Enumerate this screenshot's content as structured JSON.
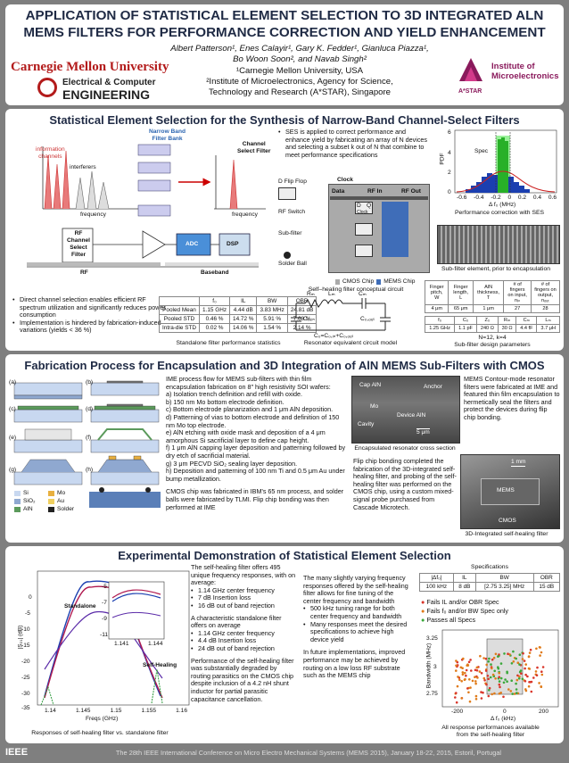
{
  "header": {
    "title_line1": "APPLICATION OF STATISTICAL ELEMENT SELECTION TO 3D INTEGRATED ALN",
    "title_line2": "MEMS FILTERS FOR PERFORMANCE CORRECTION AND YIELD ENHANCEMENT",
    "authors_line1": "Albert Patterson¹, Enes Calayir¹, Gary K. Fedder¹, Gianluca Piazza¹,",
    "authors_line2": "Bo Woon Soon², and Navab Singh²",
    "aff1": "¹Carnegie Mellon University, USA",
    "aff2a": "²Institute of Microelectronics, Agency for Science,",
    "aff2b": "Technology and Research (A*STAR), Singapore",
    "cmu": "Carnegie Mellon University",
    "ece1": "Electrical & Computer",
    "ece2": "ENGINEERING",
    "ime1": "Institute of",
    "ime2": "Microelectronics",
    "astar": "A*STAR"
  },
  "s1": {
    "title": "Statistical Element Selection for the Synthesis of Narrow-Band Channel-Select Filters",
    "diag": {
      "narrow1": "Narrow Band",
      "narrow2": "Filter Bank",
      "info1": "information",
      "info2": "channels",
      "interferers": "interferers",
      "channel1": "Channel",
      "channel2": "Select Filter",
      "frequency": "frequency",
      "frequency2": "frequency",
      "rf1": "RF",
      "rf2": "Channel",
      "rf3": "Select",
      "rf4": "Filter",
      "adc": "ADC",
      "dsp": "DSP",
      "rf": "RF",
      "baseband": "Baseband"
    },
    "bullets": [
      "SES is applied to correct performance and enhance yield by fabricating an array of N devices and selecting a subset k out of N that combine to meet performance specifications"
    ],
    "circuit": {
      "dff": "D Flip Flop",
      "clock": "Clock",
      "data": "Data",
      "rfin": "RF In",
      "rfout": "RF Out",
      "rfswitch": "RF Switch",
      "subfilter": "Sub-filter",
      "solder": "Solder Ball",
      "d": "D",
      "q": "Q",
      "clk": "Clock",
      "cmos": "CMOS Chip",
      "mems": "MEMS Chip",
      "caption": "Self–healing filter conceptual circuit"
    },
    "pdf": {
      "ylabel": "PDF",
      "xlabel": "Δ f₀ (MHz)",
      "spec": "Spec",
      "caption": "Performance correction with SES",
      "yticks": [
        "6",
        "4",
        "2",
        "0"
      ],
      "xticks": [
        "-0.6",
        "-0.4",
        "-0.2",
        "0",
        "0.2",
        "0.4",
        "0.6"
      ]
    },
    "subfilter_caption": "Sub-filter element, prior to encapsulation",
    "resonator": {
      "rm": "Rₘ",
      "lm": "Lₘ",
      "cm": "Cₘ",
      "c0in": "C₀,ᵢₙ",
      "c0out": "C₀,ₒᵤₜ",
      "eq": "C₀=C₀,ᵢₙ+C₀,ₒᵤₜ",
      "caption": "Resonator equivalent circuit model"
    },
    "left_bullets": [
      "Direct channel selection enables efficient RF spectrum utilization and significantly reduces power consumption",
      "Implementation is hindered by fabrication-induced variations (yields < 36 %)"
    ],
    "stats_table": {
      "headers": [
        "",
        "f₀",
        "IL",
        "BW",
        "OBR"
      ],
      "rows": [
        [
          "Pooled Mean",
          "1.15 GHz",
          "4.44 dB",
          "3.83 MHz",
          "24.81 dB"
        ],
        [
          "Pooled STD",
          "0.46 %",
          "14.72 %",
          "5.91 %",
          "7.68 %"
        ],
        [
          "Intra-die STD",
          "0.02 %",
          "14.06 %",
          "1.54 %",
          "2.14 %"
        ]
      ],
      "caption": "Standalone filter performance statistics"
    },
    "design_table": {
      "headers": [
        "Finger pitch, W",
        "Finger length, L",
        "AlN thickness, T",
        "# of fingers on input, nᵢₙ",
        "# of fingers on output, nₒᵤₜ"
      ],
      "row": [
        "4 μm",
        "65 μm",
        "1 μm",
        "27",
        "28"
      ],
      "headers2": [
        "f₀",
        "C₀",
        "Z₀",
        "Rₘ",
        "Cₘ",
        "Lₘ"
      ],
      "row2": [
        "1.25 GHz",
        "1.1 pF",
        "240 Ω",
        "30 Ω",
        "4.4 fF",
        "3.7 μH"
      ],
      "nk": "N=12, k=4",
      "caption": "Sub-filter design parameters"
    }
  },
  "s2": {
    "title": "Fabrication Process for Encapsulation and 3D Integration of AlN MEMS Sub-Filters with CMOS",
    "labels": [
      "(a)",
      "(b)",
      "(c)",
      "(d)",
      "(e)",
      "(f)",
      "(g)",
      "(h)"
    ],
    "legend": [
      "Si",
      "Mo",
      "SiO₂",
      "Au",
      "AlN",
      "Solder"
    ],
    "intro": "IME process flow for MEMS sub-filters with thin film encapsulation fabrication on 8″ high resistivity SOI wafers:",
    "steps": [
      "a)  Isolation trench definition and refill with oxide.",
      "b)  150 nm Mo bottom electrode definition.",
      "c)  Bottom electrode planarization and 1 μm AlN deposition.",
      "d)  Patterning of vias to  bottom electrode and definition of 150 nm Mo top electrode.",
      "e)  AlN etching with oxide mask and deposition of a 4 μm amorphous Si sacrificial layer to define cap height.",
      "f)  1 μm AlN capping layer deposition and patterning followed by dry etch of sacrificial material.",
      "g)  3 μm PECVD SiO₂ sealing layer deposition.",
      "h)  Deposition and patterning of 100 nm Ti and 0.5 μm Au under bump metallization."
    ],
    "cmos_text": "CMOS chip was fabricated in IBM's 65 nm process, and solder balls were fabricated by TLMI. Flip chip bonding was then performed at IME",
    "sem": {
      "capaln": "Cap AlN",
      "anchor": "Anchor",
      "mo": "Mo",
      "devicealn": "Device AlN",
      "cavity": "Cavity",
      "um": "5 μm",
      "caption": "Encapsulated resonator cross section"
    },
    "contour_text": "MEMS Contour-mode resonator filters were fabricated at IME and featured thin film encapsulation to hermetically seal the filters and protect the devices during flip chip bonding.",
    "flip_text": "Flip chip bonding completed the fabrication of the 3D-integrated self-healing filter, and probing of the self-healing filter was performed on the CMOS chip, using a custom mixed-signal probe purchased from Cascade Microtech.",
    "chip": {
      "mm": "1 mm",
      "mems": "MEMS",
      "cmos": "CMOS",
      "caption": "3D-Integrated self-healing filter"
    }
  },
  "s3": {
    "title": "Experimental Demonstration of Statistical Element Selection",
    "resp": {
      "ylabel": "|S₂₁| (dB)",
      "xlabel": "Freqs (GHz)",
      "yticks": [
        "0",
        "-5",
        "-10",
        "-15",
        "-20",
        "-25",
        "-30",
        "-35"
      ],
      "xticks": [
        "1.14",
        "1.145",
        "1.15",
        "1.155",
        "1.16"
      ],
      "standalone": "Standalone",
      "selfhealing": "Self-Healing",
      "inset_yticks": [
        "-5",
        "-7",
        "-9",
        "-11"
      ],
      "inset_xticks": [
        "1.141",
        "1.144"
      ],
      "caption": "Responses of self-healing filter vs. standalone filter"
    },
    "col1_p1": "The self-healing filter offers 495 unique frequency responses, with on average:",
    "col1_b1": [
      "1.14 GHz center frequency",
      "7 dB Insertion loss",
      "16 dB out of band rejection"
    ],
    "col1_p2": "A characteristic standalone filter offers on average",
    "col1_b2": [
      "1.14 GHz center frequency",
      "4.4 dB Insertion loss",
      "24 dB out of band rejection"
    ],
    "col1_p3": "Performance of the self-healing filter was substantially degraded by routing parasitics on the CMOS chip despite inclusion of a 4.2 nH shunt inductor for partial parasitic capacitance cancellation.",
    "col2_p1": "The many slightly varying frequency responses offered by the self-healing filter allows for fine tuning of the center frequency and bandwidth",
    "col2_b": [
      "500 kHz tuning range for both center frequency and bandwidth",
      "Many responses meet the desired specifications to achieve high device yield"
    ],
    "col2_p2": "In future implementations, improved performance may be achieved by routing on a low loss RF substrate such as the MEMS chip",
    "spec": {
      "title": "Specifications",
      "headers": [
        "|Δf₀|",
        "IL",
        "BW",
        "OBR"
      ],
      "row": [
        "100 kHz",
        "8 dB",
        "[2.75 3.25] MHz",
        "15 dB"
      ]
    },
    "scatter": {
      "legend": [
        "Fails IL and/or OBR Spec",
        "Fails f₀ and/or BW Spec only",
        "Passes all Specs"
      ],
      "ylabel": "Bandwidth (MHz)",
      "xlabel": "Δ f₀ (kHz)",
      "yticks": [
        "3.25",
        "3",
        "2.75"
      ],
      "xticks": [
        "-200",
        "0",
        "200"
      ],
      "caption1": "All response performances available",
      "caption2": "from the self-healing filter"
    }
  },
  "footer": {
    "ieee": "IEEE",
    "text": "The 28th IEEE International Conference on Micro Electro Mechanical Systems (MEMS 2015), January 18-22, 2015, Estoril, Portugal"
  },
  "colors": {
    "navy": "#1f2a44",
    "cmu_red": "#b31b1b",
    "spec_green": "#2ecc40",
    "fail_red": "#d9362b",
    "fail_orange": "#e07b1a",
    "pass_green": "#3aa83a"
  }
}
